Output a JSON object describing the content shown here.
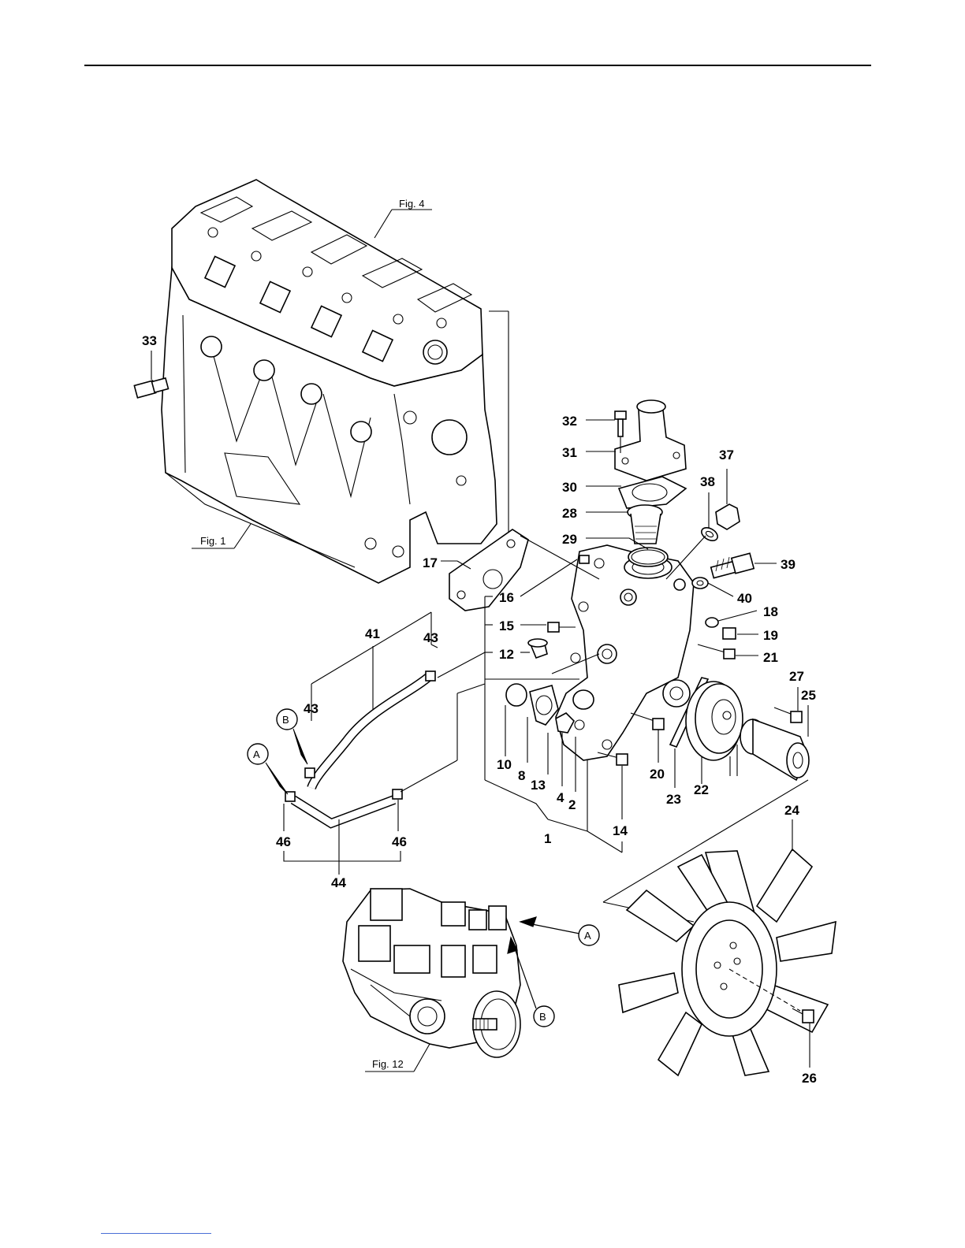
{
  "figure_refs": {
    "fig4": "Fig. 4",
    "fig1": "Fig. 1",
    "fig12": "Fig. 12"
  },
  "view_markers": {
    "a_top": "A",
    "b_top": "B",
    "a_pump": "A",
    "b_pump": "B"
  },
  "callouts": {
    "n33": "33",
    "n32": "32",
    "n31": "31",
    "n30": "30",
    "n28": "28",
    "n29": "29",
    "n37": "37",
    "n38": "38",
    "n39": "39",
    "n40": "40",
    "n17": "17",
    "n16": "16",
    "n15": "15",
    "n12": "12",
    "n18": "18",
    "n19": "19",
    "n21": "21",
    "n27": "27",
    "n25": "25",
    "n41": "41",
    "n43a": "43",
    "n43b": "43",
    "n10": "10",
    "n8": "8",
    "n13": "13",
    "n4": "4",
    "n2": "2",
    "n1": "1",
    "n14": "14",
    "n20": "20",
    "n23": "23",
    "n22": "22",
    "n24": "24",
    "n46a": "46",
    "n46b": "46",
    "n44": "44",
    "n26": "26"
  }
}
